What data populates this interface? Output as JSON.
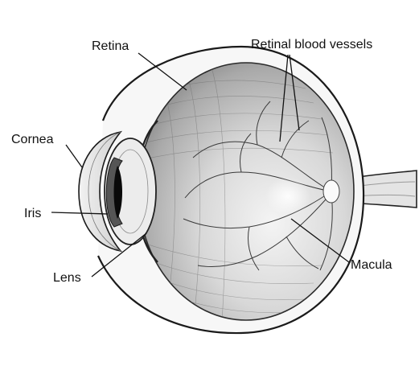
{
  "labels": {
    "retina": "Retina",
    "retinal_blood_vessels": "Retinal blood vessels",
    "cornea": "Cornea",
    "iris": "Iris",
    "lens": "Lens",
    "macula": "Macula"
  },
  "colors": {
    "ink": "#111111",
    "paper": "#ffffff"
  }
}
